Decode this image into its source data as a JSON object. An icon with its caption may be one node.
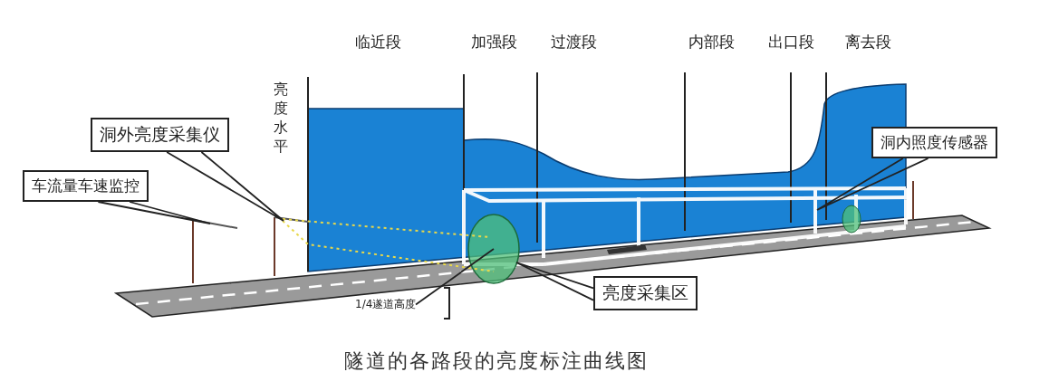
{
  "diagram": {
    "caption": "隧道的各路段的亮度标注曲线图",
    "nodes": [
      {
        "text": [
          "车流量车速监控"
        ]
      },
      {
        "text": [
          "洞外亮度采集仪"
        ]
      },
      {
        "text": [
          "洞内照度传感器"
        ]
      },
      {
        "text": [
          "亮度采集区"
        ]
      },
      {
        "text": [
          "1/4遂道高度"
        ]
      }
    ],
    "edges": [
      {
        "from": 0,
        "to": null,
        "arrow": "none"
      },
      {
        "from": 1,
        "to": null,
        "arrow": "none"
      },
      {
        "from": 2,
        "to": null,
        "arrow": "none"
      },
      {
        "from": 3,
        "to": null,
        "arrow": "none"
      },
      {
        "from": 4,
        "to": null,
        "arrow": "none"
      }
    ],
    "labels": [
      "临近段",
      "加强段",
      "过渡段",
      "内部段",
      "出口段",
      "离去段",
      "亮度水平"
    ]
  }
}
